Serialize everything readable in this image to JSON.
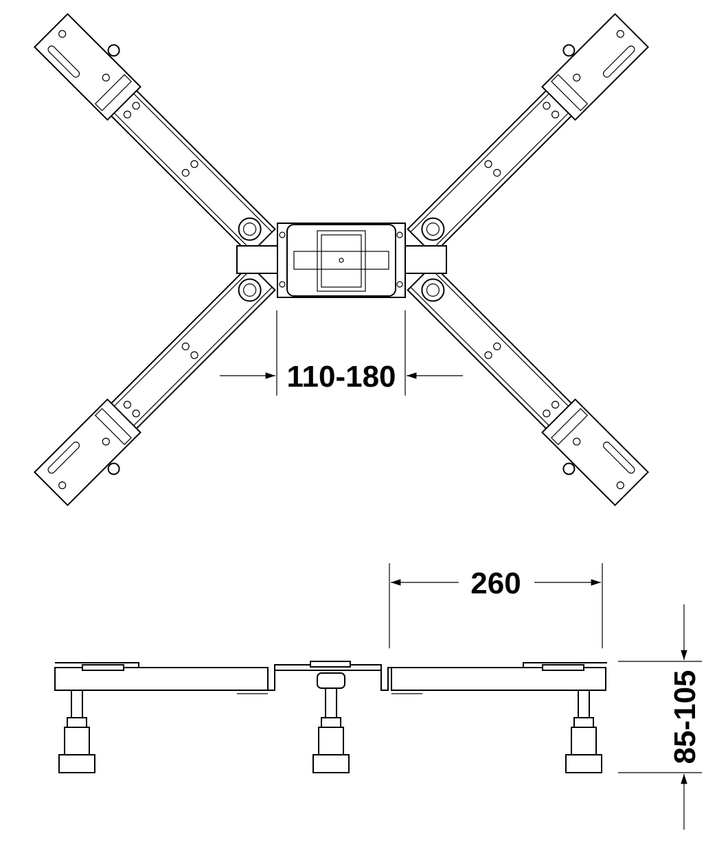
{
  "dimensions": {
    "arm_spacing": "110-180",
    "arm_length": "260",
    "height_range": "85-105"
  }
}
